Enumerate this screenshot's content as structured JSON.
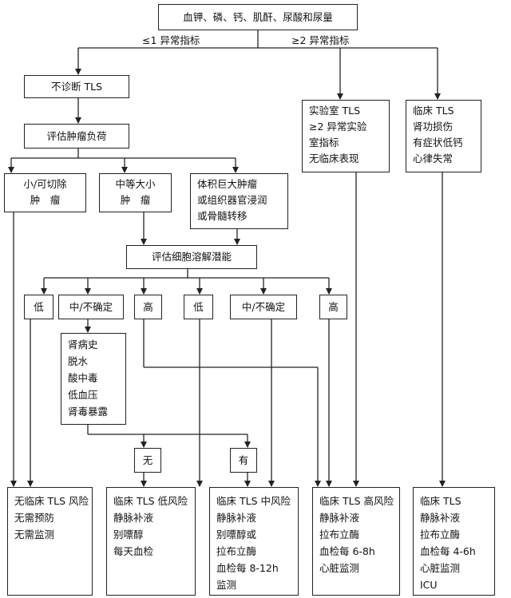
{
  "top": {
    "text": "血钾、磷、钙、肌酐、尿酸和尿量"
  },
  "branch_labels": {
    "le1": "≤1 异常指标",
    "ge2": "≥2 异常指标"
  },
  "no_tls": "不诊断 TLS",
  "eval_tumor": "评估肿瘤负荷",
  "tumor": {
    "small": [
      "小/可切除",
      "肿　瘤"
    ],
    "medium": [
      "中等大小",
      "肿　瘤"
    ],
    "large": [
      "体积巨大肿瘤",
      "或组织器官浸润",
      "或骨髓转移"
    ]
  },
  "lab_tls": [
    "实验室 TLS",
    "≥2 异常实验",
    "室指标",
    "无临床表现"
  ],
  "clinical_tls": [
    "临床 TLS",
    "肾功损伤",
    "有症状低钙",
    "心律失常"
  ],
  "eval_lysis": "评估细胞溶解潜能",
  "lysis_left": {
    "low": "低",
    "mid": "中/不确定",
    "high": "高"
  },
  "lysis_right": {
    "low": "低",
    "mid": "中/不确定",
    "high": "高"
  },
  "risk_factors": [
    "肾病史",
    "脱水",
    "酸中毒",
    "低血压",
    "肾毒暴露"
  ],
  "factor_answer": {
    "no": "无",
    "yes": "有"
  },
  "outcomes": {
    "none": [
      "无临床 TLS 风险",
      "无需预防",
      "无需监测"
    ],
    "low": [
      "临床 TLS 低风险",
      "静脉补液",
      "别嘌醇",
      "每天血检"
    ],
    "mid": [
      "临床 TLS 中风险",
      "静脉补液",
      "别嘌醇或",
      "拉布立酶",
      "血检每 8-12h",
      "监测"
    ],
    "high": [
      "临床 TLS 高风险",
      "静脉补液",
      "拉布立酶",
      "血检每 6-8h",
      "心脏监测"
    ],
    "clinical": [
      "临床 TLS",
      "静脉补液",
      "拉布立酶",
      "血检每 4-6h",
      "心脏监测",
      "ICU"
    ]
  }
}
